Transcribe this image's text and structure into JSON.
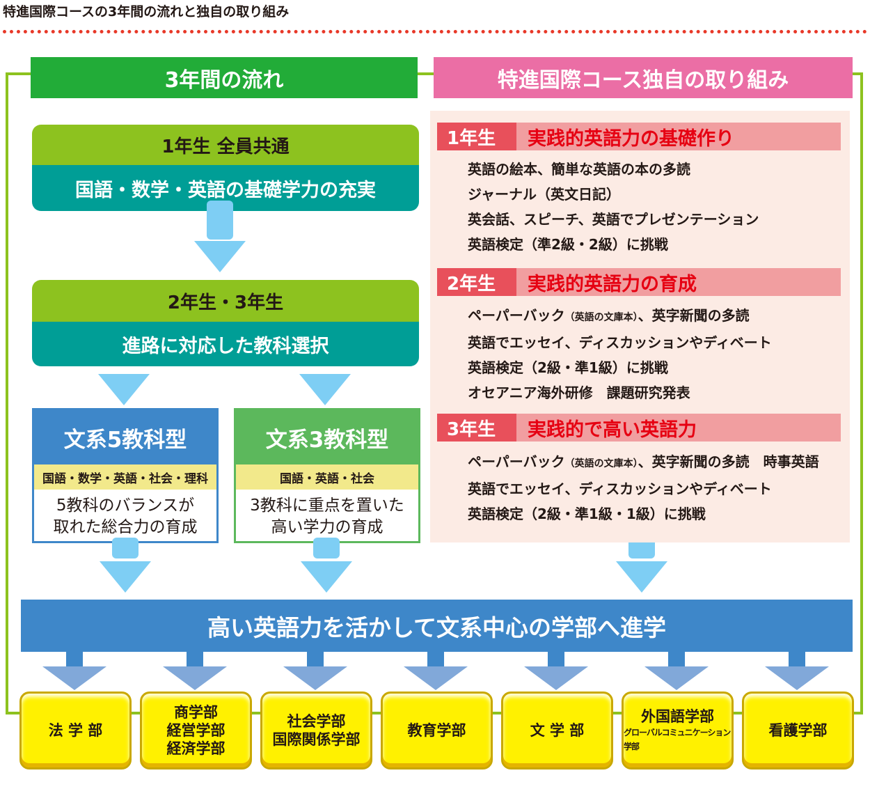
{
  "page": {
    "title": "特進国際コースの3年間の流れと独自の取り組み"
  },
  "flow": {
    "header": "3年間の流れ",
    "stage1": {
      "top": "1年生 全員共通",
      "bottom": "国語・数学・英語の基礎学力の充実"
    },
    "stage2": {
      "top": "2年生・3年生",
      "bottom": "進路に対応した教科選択"
    },
    "tracks": [
      {
        "title": "文系5教科型",
        "subjects": "国語・数学・英語・社会・理科",
        "desc": [
          "5教科のバランスが",
          "取れた総合力の育成"
        ]
      },
      {
        "title": "文系3教科型",
        "subjects": "国語・英語・社会",
        "desc": [
          "3教科に重点を置いた",
          "高い学力の育成"
        ]
      }
    ]
  },
  "special": {
    "header": "特進国際コース独自の取り組み",
    "years": [
      {
        "badge": "1年生",
        "theme": "実践的英語力の基礎作り",
        "items": [
          {
            "text": "英語の絵本、簡単な英語の本の多読"
          },
          {
            "text": "ジャーナル（英文日記）"
          },
          {
            "text": "英会話、スピーチ、英語でプレゼンテーション"
          },
          {
            "text": "英語検定（準2級・2級）に挑戦"
          }
        ]
      },
      {
        "badge": "2年生",
        "theme": "実践的英語力の育成",
        "items": [
          {
            "pre": "ペーパーバック",
            "small": "（英語の文庫本）",
            "post": "、英字新聞の多読"
          },
          {
            "text": "英語でエッセイ、ディスカッションやディベート"
          },
          {
            "text": "英語検定（2級・準1級）に挑戦"
          },
          {
            "text": "オセアニア海外研修　課題研究発表"
          }
        ]
      },
      {
        "badge": "3年生",
        "theme": "実践的で高い英語力",
        "items": [
          {
            "pre": "ペーパーバック",
            "small": "（英語の文庫本）",
            "post": "、英字新聞の多読　時事英語"
          },
          {
            "text": "英語でエッセイ、ディスカッションやディベート"
          },
          {
            "text": "英語検定（2級・準1級・1級）に挑戦"
          }
        ]
      }
    ]
  },
  "goal": "高い英語力を活かして文系中心の学部へ進学",
  "faculties": [
    {
      "lines": [
        "法 学 部"
      ]
    },
    {
      "lines": [
        "商学部",
        "経営学部",
        "経済学部"
      ]
    },
    {
      "lines": [
        "社会学部",
        "国際関係学部"
      ]
    },
    {
      "lines": [
        "教育学部"
      ]
    },
    {
      "lines": [
        "文 学 部"
      ]
    },
    {
      "lines": [
        "外国語学部"
      ],
      "sub": "グローバルコミュニケーション学部"
    },
    {
      "lines": [
        "看護学部"
      ]
    }
  ],
  "colors": {
    "green_header": "#22ac38",
    "pink_header": "#eb6ea5",
    "stage_top": "#8dc21f",
    "stage_bottom": "#009e96",
    "track1": "#3e87c9",
    "track2": "#5cb85c",
    "arrow": "#7ecef4",
    "goal": "#3e87c9",
    "faculty": "#fff100"
  }
}
